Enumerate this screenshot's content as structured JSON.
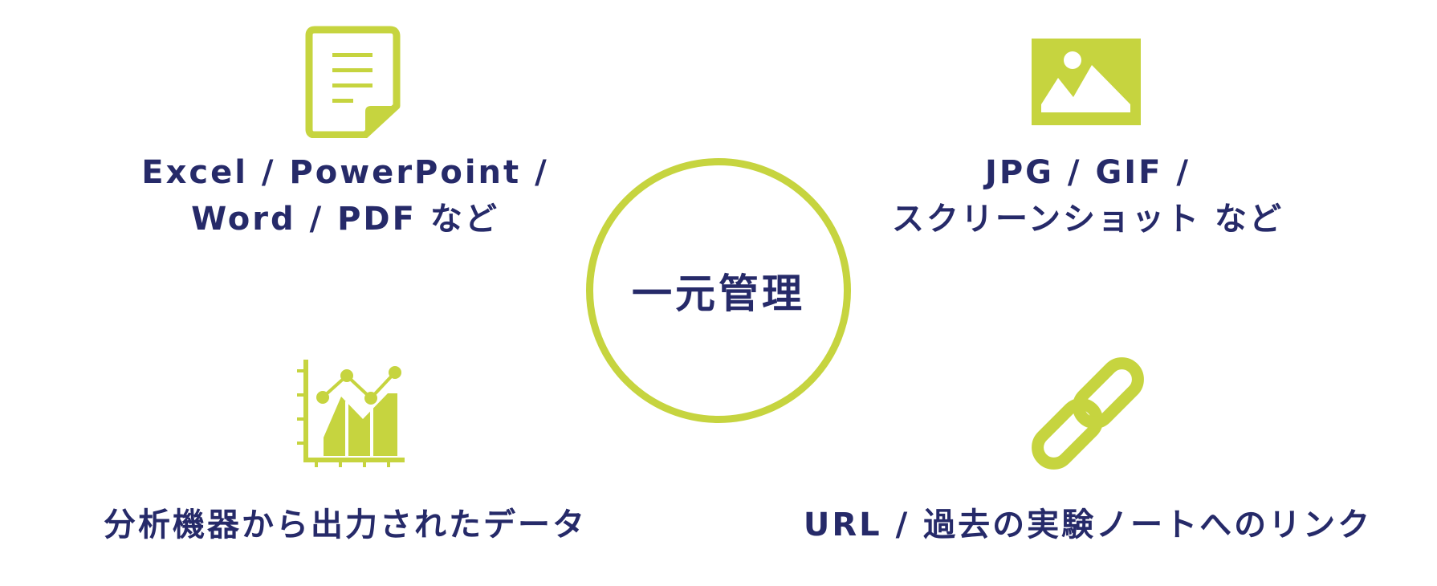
{
  "center": {
    "label": "一元管理"
  },
  "nodes": [
    {
      "icon": "document-icon",
      "lines": [
        "Excel / PowerPoint /",
        "Word / PDF など"
      ]
    },
    {
      "icon": "image-icon",
      "lines": [
        "JPG / GIF /",
        "スクリーンショット など"
      ]
    },
    {
      "icon": "chart-icon",
      "lines": [
        "分析機器から出力されたデータ"
      ]
    },
    {
      "icon": "link-icon",
      "lines": [
        "URL / 過去の実験ノートへのリンク"
      ]
    }
  ],
  "colors": {
    "accent": "#c6d43f",
    "text": "#262a69",
    "background": "#ffffff"
  }
}
